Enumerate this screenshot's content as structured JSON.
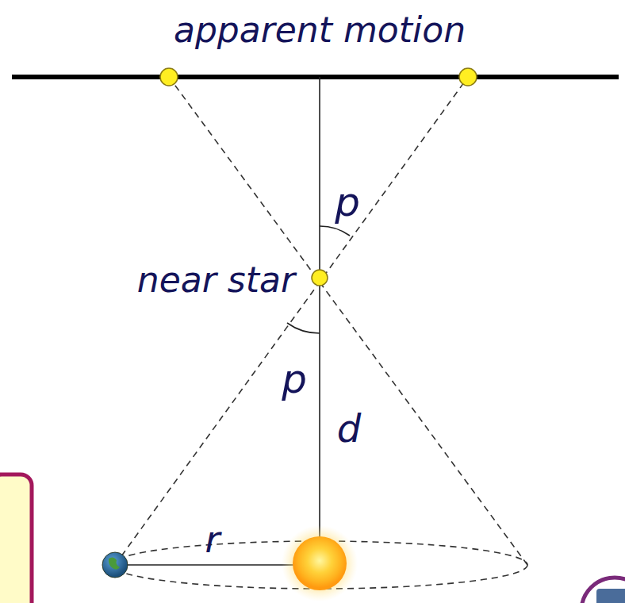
{
  "diagram": {
    "labels": [
      "apparent motion",
      "p",
      "near star",
      "p",
      "d",
      "r"
    ]
  }
}
